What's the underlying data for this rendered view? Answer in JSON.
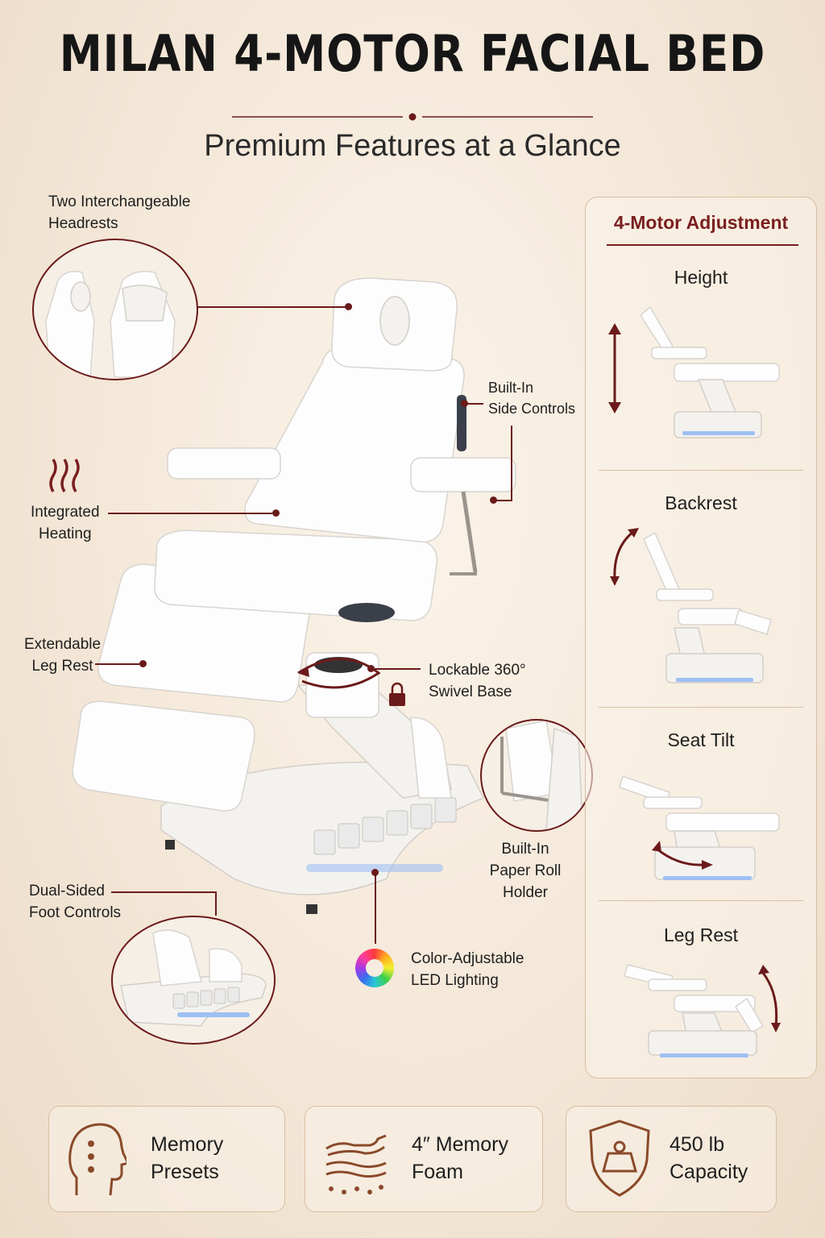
{
  "header": {
    "title": "MILAN 4-MOTOR FACIAL BED",
    "subtitle": "Premium Features at a Glance"
  },
  "callouts": {
    "headrests": [
      "Two Interchangeable",
      "Headrests"
    ],
    "side_controls": [
      "Built-In",
      "Side Controls"
    ],
    "heating": [
      "Integrated",
      "Heating"
    ],
    "leg_rest": [
      "Extendable",
      "Leg Rest"
    ],
    "swivel": [
      "Lockable 360°",
      "Swivel Base"
    ],
    "paper_roll": [
      "Built-In",
      "Paper Roll Holder"
    ],
    "foot_controls": [
      "Dual-Sided",
      "Foot Controls"
    ],
    "led": [
      "Color-Adjustable",
      "LED Lighting"
    ]
  },
  "motor_panel": {
    "title": "4-Motor Adjustment",
    "items": [
      "Height",
      "Backrest",
      "Seat Tilt",
      "Leg Rest"
    ]
  },
  "features": [
    {
      "line1": "Memory",
      "line2": "Presets",
      "icon": "head-profile-icon"
    },
    {
      "line1": "4″ Memory",
      "line2": "Foam",
      "icon": "foam-hand-icon"
    },
    {
      "line1": "450 lb",
      "line2": "Capacity",
      "icon": "shield-weight-icon"
    }
  ],
  "colors": {
    "accent": "#6b1a1a",
    "background": "#f3e6d6",
    "card_border": "#d7bfa3",
    "led_blue": "#8fb8f0"
  }
}
